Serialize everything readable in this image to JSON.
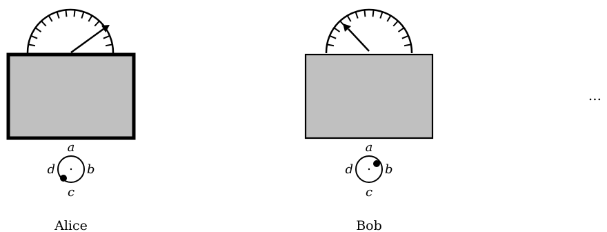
{
  "parties": [
    {
      "name": "Alice",
      "dial_labels": {
        "top": "a",
        "right": "b",
        "bottom": "c",
        "left": "d"
      },
      "dial_setting": "c",
      "box_border": "thick"
    },
    {
      "name": "Bob",
      "dial_labels": {
        "top": "a",
        "right": "b",
        "bottom": "c",
        "left": "d"
      },
      "dial_setting": "a",
      "box_border": "thin"
    }
  ],
  "continuation": "...",
  "colors": {
    "box_fill": "#c0c0c0",
    "stroke": "#000000",
    "background": "#ffffff"
  }
}
